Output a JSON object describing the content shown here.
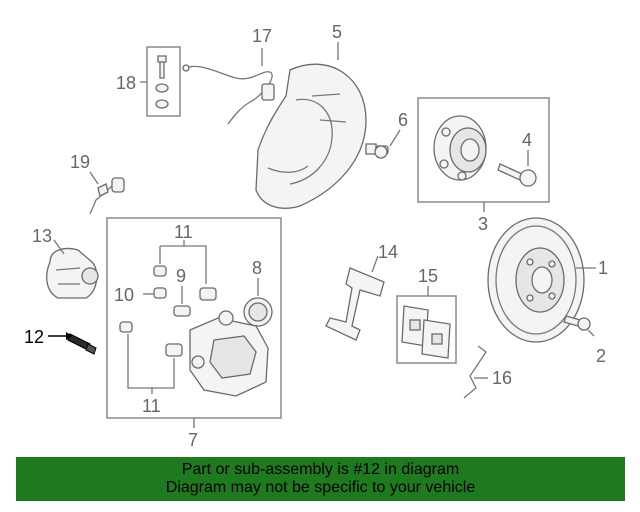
{
  "callouts": {
    "c1": "1",
    "c2": "2",
    "c3": "3",
    "c4": "4",
    "c5": "5",
    "c6": "6",
    "c7": "7",
    "c8": "8",
    "c9": "9",
    "c10": "10",
    "c11a": "11",
    "c11b": "11",
    "c12": "12",
    "c13": "13",
    "c14": "14",
    "c15": "15",
    "c16": "16",
    "c17": "17",
    "c18": "18",
    "c19": "19"
  },
  "highlight_part": "12",
  "colors": {
    "footer_bg": "#1f7a1f",
    "highlight": "#000000",
    "line": "#777777"
  },
  "footer": {
    "line1": "Part or sub-assembly is #12 in diagram",
    "line2": "Diagram may not be specific to your vehicle"
  }
}
